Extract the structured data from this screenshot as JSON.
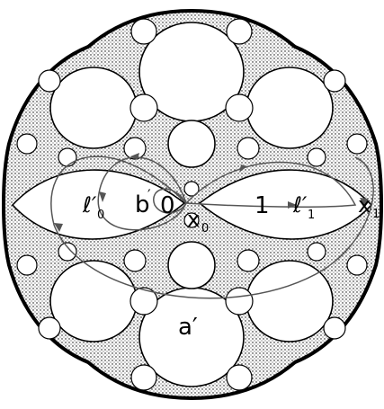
{
  "labels": {
    "ell0": "ℓ′",
    "ell0_sub": "0",
    "b": "b",
    "b_prime": "′",
    "zero": "0",
    "x0": "x",
    "x0_sub": "0",
    "one": "1",
    "ell1": "ℓ′",
    "ell1_sub": "1",
    "x1": "x",
    "x1_sub": "1",
    "a": "a′"
  },
  "colors": {
    "ink": "#000000",
    "curve": "#555555",
    "background": "#ffffff"
  }
}
